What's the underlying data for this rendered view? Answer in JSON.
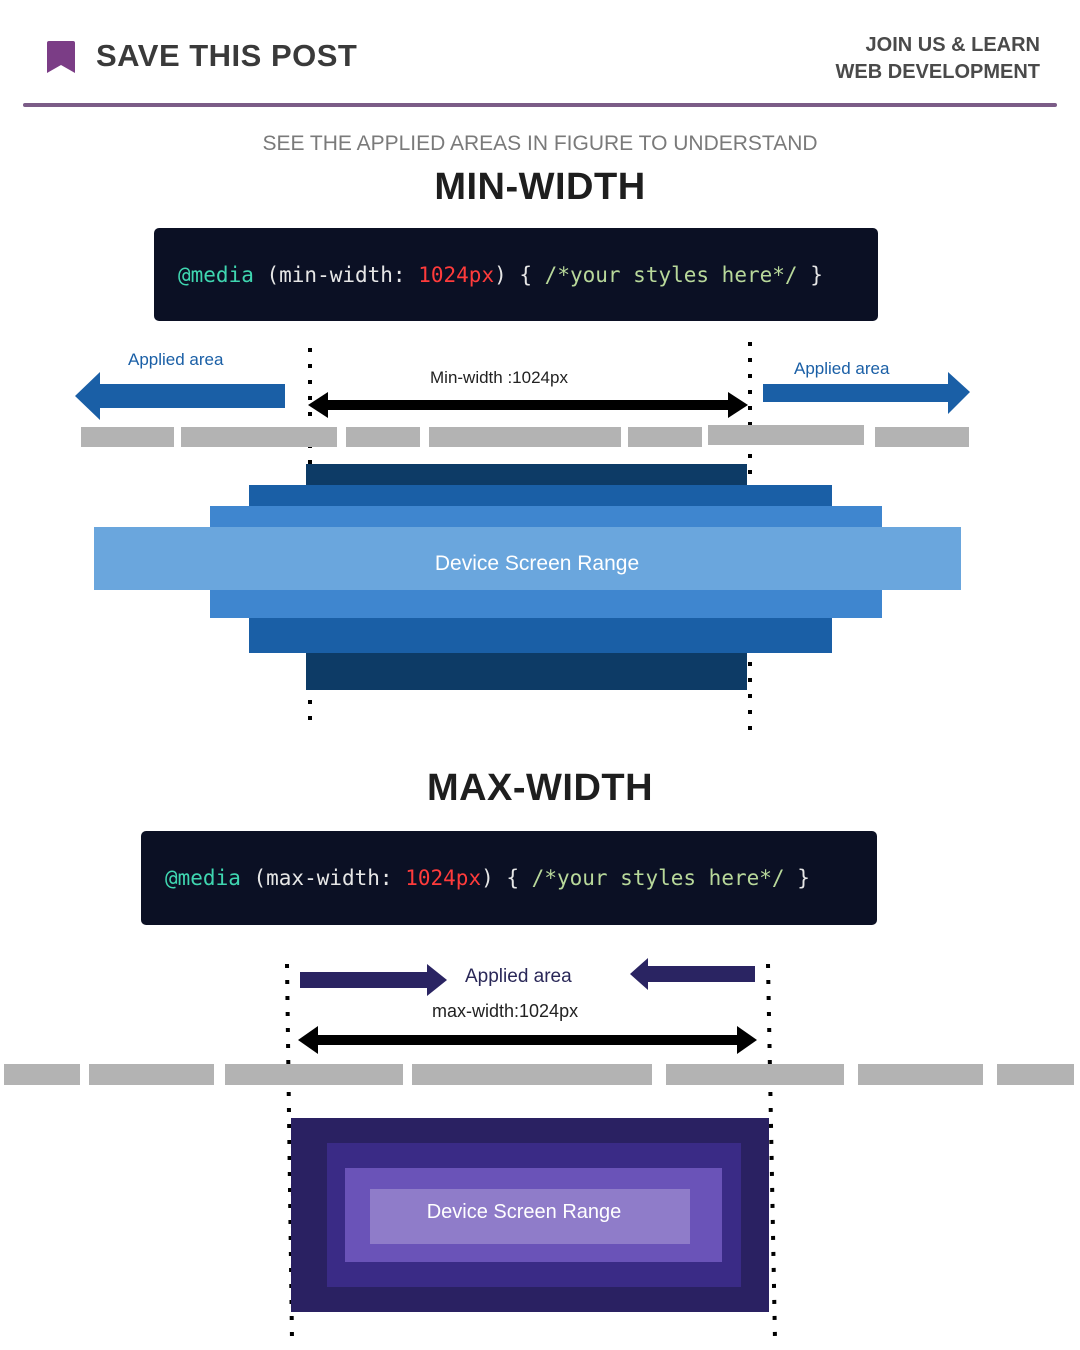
{
  "header": {
    "save_label": "SAVE THIS POST",
    "join_line1": "JOIN US & LEARN",
    "join_line2": "WEB DEVELOPMENT",
    "bookmark_color": "#7b3d86",
    "rule_color": "#7b5c87"
  },
  "subtitle": "SEE THE APPLIED AREAS IN FIGURE TO UNDERSTAND",
  "min_width": {
    "title": "MIN-WIDTH",
    "code": {
      "at": "@media",
      "open": " (min-width: ",
      "num": "1024px",
      "mid": ") { ",
      "comment": "/*your styles here*/",
      "close": " }"
    },
    "applied_left": "Applied area",
    "applied_right": "Applied area",
    "range_label": "Min-width :1024px",
    "screen_label": "Device Screen Range",
    "colors": {
      "arrow": "#1a5fa6",
      "band1": "#0d3b66",
      "band2": "#1a5fa6",
      "band3": "#3f86cf",
      "band4": "#6aa6dd"
    }
  },
  "max_width": {
    "title": "MAX-WIDTH",
    "code": {
      "at": "@media",
      "open": " (max-width: ",
      "num": "1024px",
      "mid": ") { ",
      "comment": "/*your styles here*/",
      "close": " }"
    },
    "applied": "Applied area",
    "range_label": "max-width:1024px",
    "screen_label": "Device Screen Range",
    "colors": {
      "arrow": "#2a2462",
      "box1": "#2a2162",
      "box2": "#3a2b86",
      "box3": "#6a53b8",
      "box4": "#8f7cc9"
    }
  }
}
